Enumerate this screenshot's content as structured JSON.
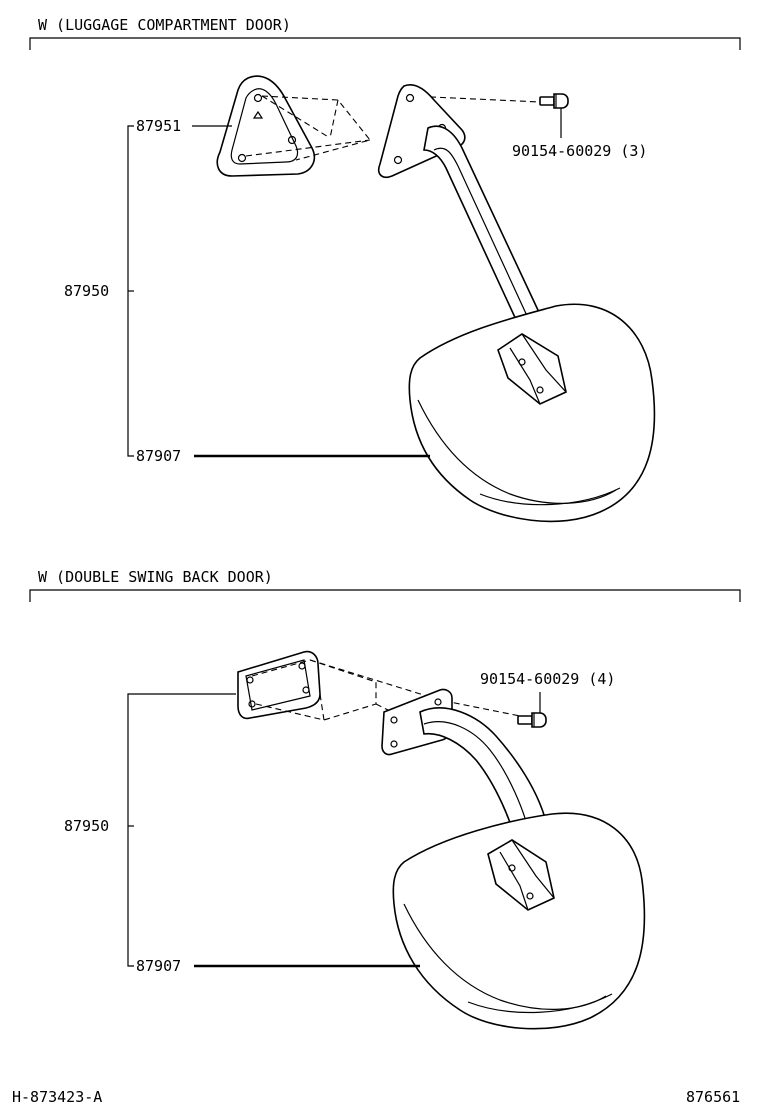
{
  "sections": [
    {
      "title": "W (LUGGAGE COMPARTMENT DOOR)",
      "parts": {
        "gasket": "87951",
        "mirror_assy": "87950",
        "mirror_head": "87907",
        "screw": "90154-60029 (3)"
      }
    },
    {
      "title": "W (DOUBLE SWING BACK DOOR)",
      "parts": {
        "mirror_assy": "87950",
        "mirror_head": "87907",
        "screw": "90154-60029 (4)"
      }
    }
  ],
  "footer": {
    "left_code": "H-873423-A",
    "right_code": "876561"
  }
}
